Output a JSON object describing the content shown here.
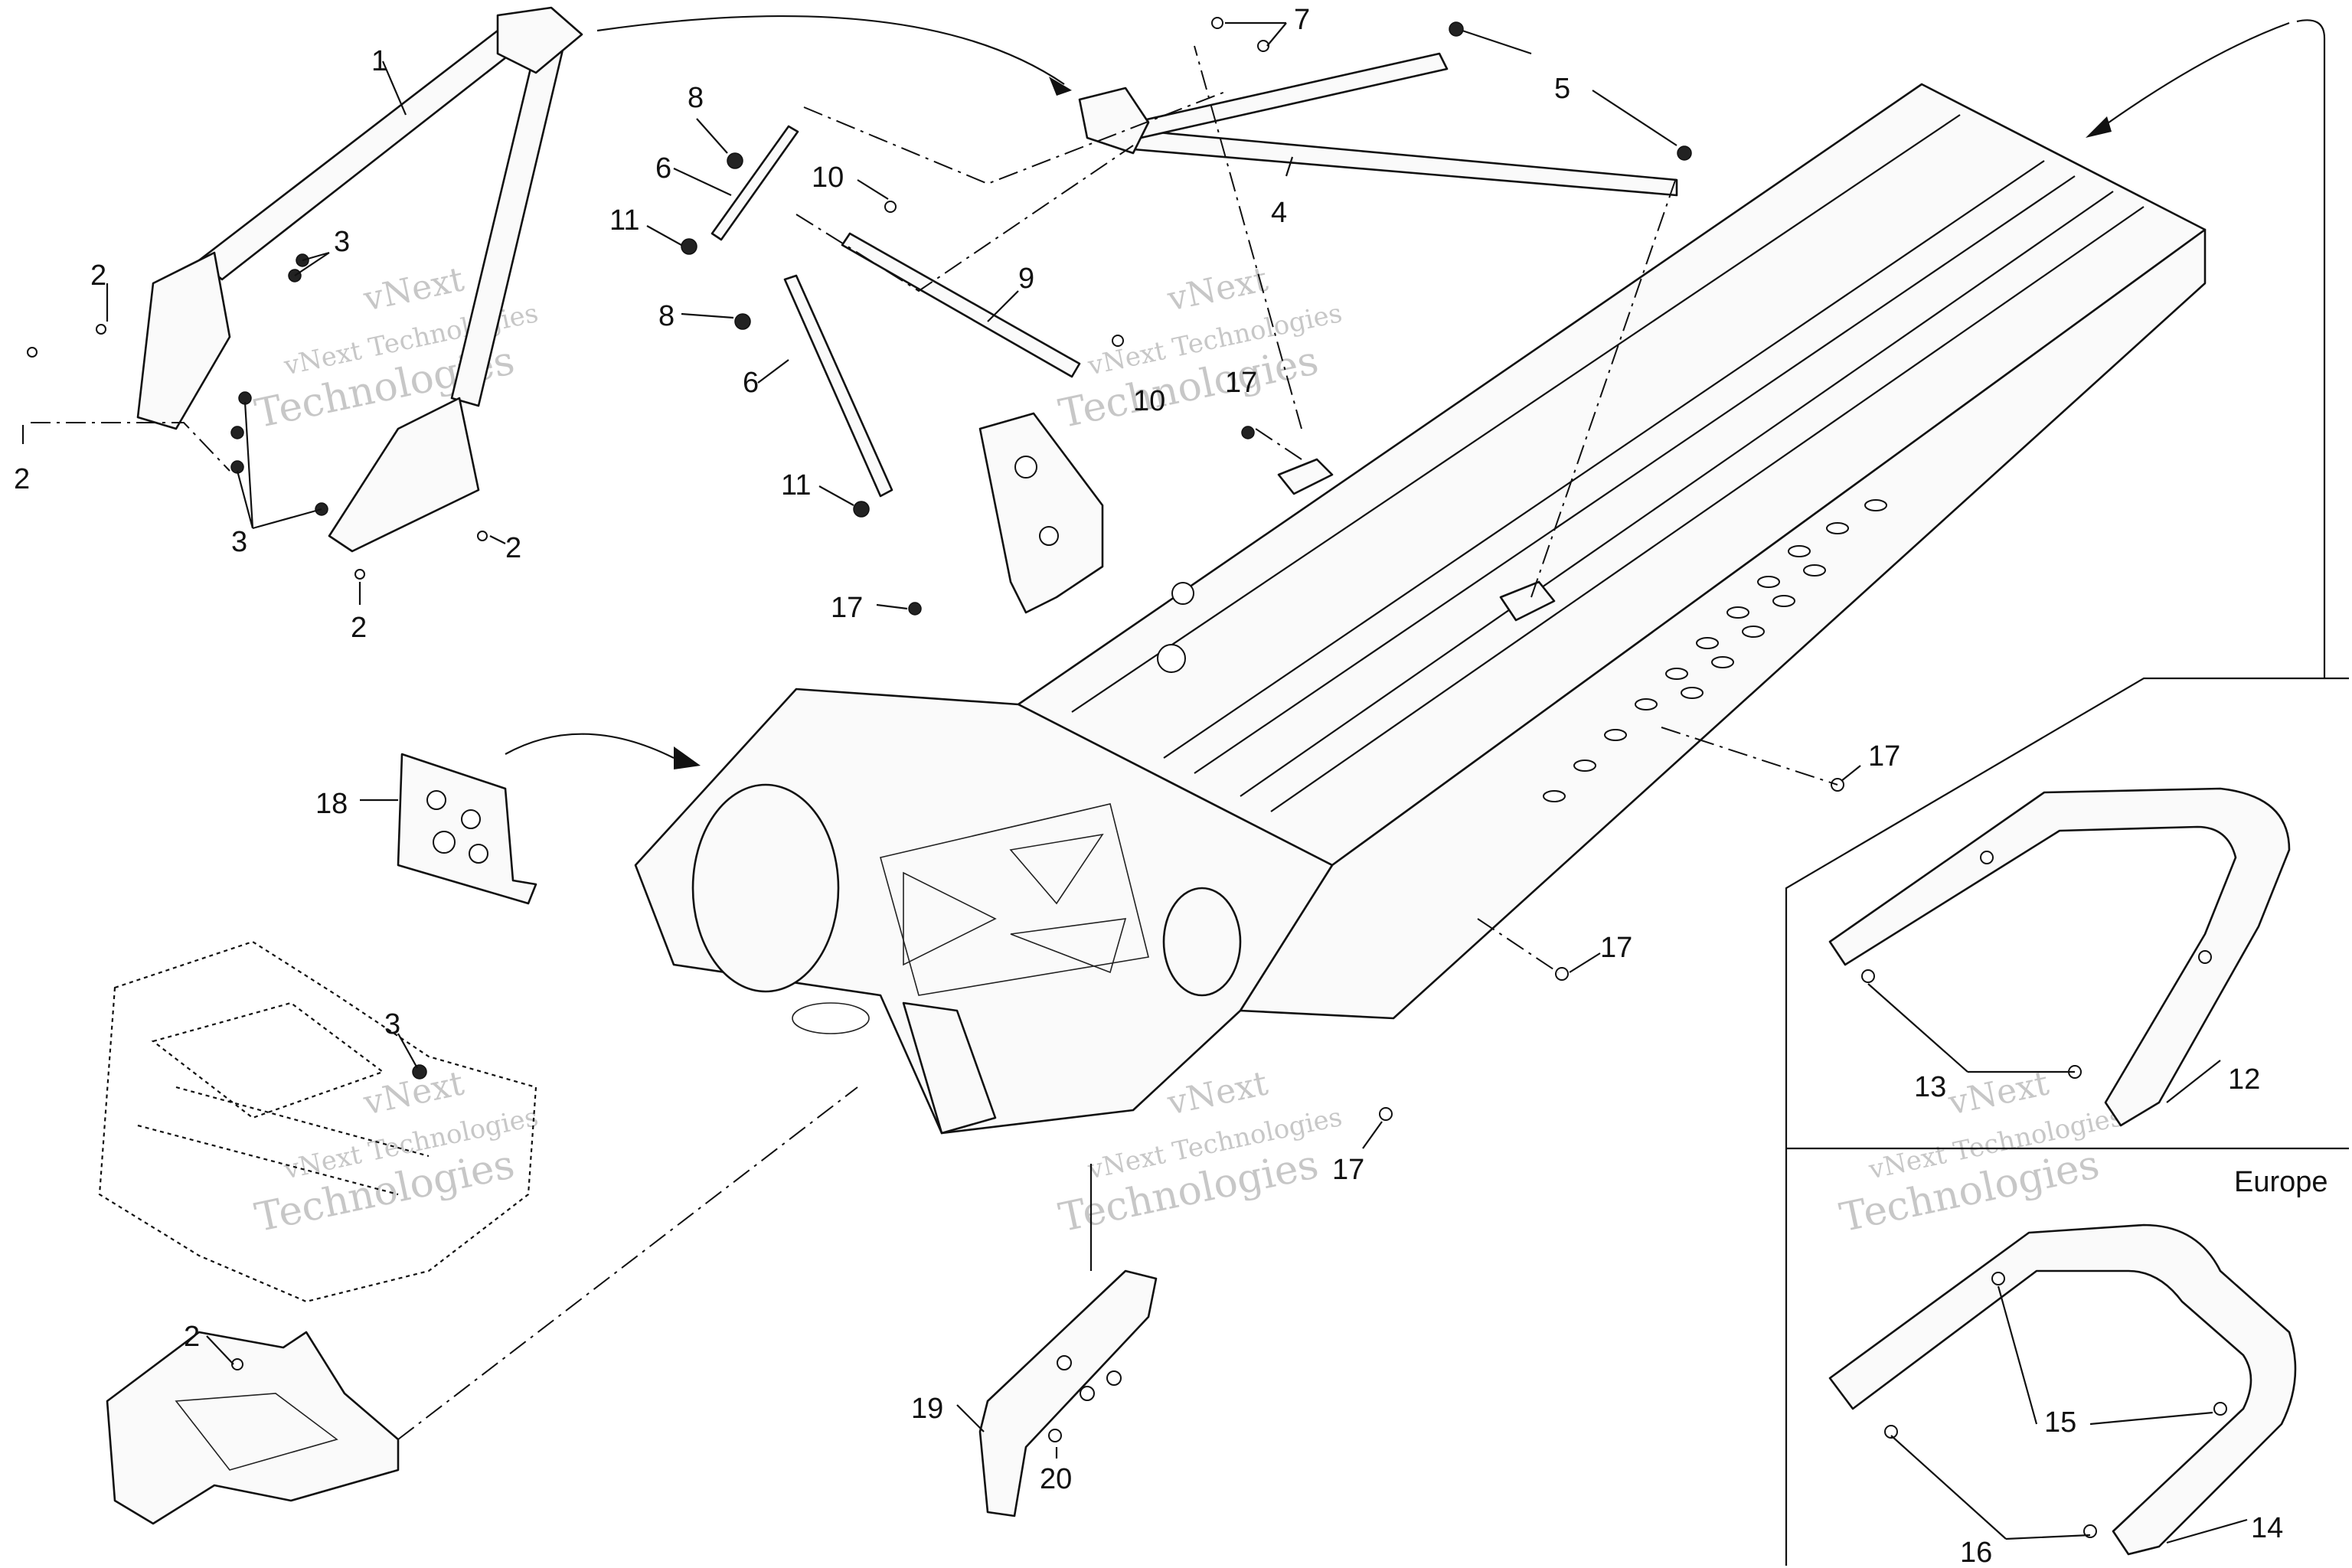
{
  "callouts": {
    "c1": "1",
    "c2a": "2",
    "c2b": "2",
    "c2c": "2",
    "c2d": "2",
    "c2e": "2",
    "c3a": "3",
    "c3b": "3",
    "c3c": "3",
    "c4": "4",
    "c5": "5",
    "c6a": "6",
    "c6b": "6",
    "c7": "7",
    "c8a": "8",
    "c8b": "8",
    "c9": "9",
    "c10a": "10",
    "c10b": "10",
    "c11a": "11",
    "c11b": "11",
    "c12": "12",
    "c13": "13",
    "c14": "14",
    "c15": "15",
    "c16": "16",
    "c17a": "17",
    "c17b": "17",
    "c17c": "17",
    "c17d": "17",
    "c17e": "17",
    "c18": "18",
    "c19": "19",
    "c20": "20"
  },
  "region_label": "Europe",
  "watermark": {
    "line1": "vNext",
    "line2": "vNext Technologies",
    "line3": "Technologies"
  }
}
